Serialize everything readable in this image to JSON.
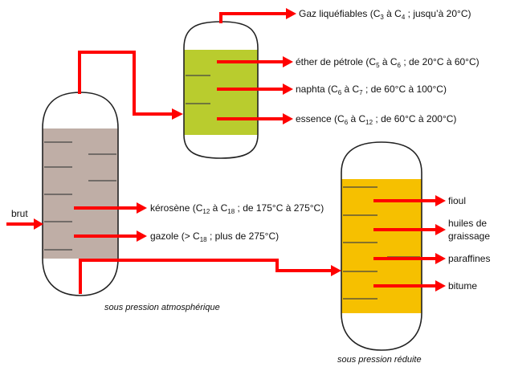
{
  "colors": {
    "pipe": "#ff0000",
    "atmospheric_column": "#bfaea6",
    "light_column": "#b9cc2e",
    "vacuum_column": "#f6c000",
    "outline": "#222222"
  },
  "input": {
    "label": "brut"
  },
  "atmospheric_column": {
    "caption": "sous pression atmosphérique",
    "kerosene": {
      "name": "kérosène (C",
      "sub1": "12",
      "mid": " à C",
      "sub2": "18",
      "tail": " ; de 175°C à 275°C)"
    },
    "gazole": {
      "name": "gazole (> C",
      "sub1": "18",
      "tail": " ; plus de 275°C)"
    }
  },
  "light_column": {
    "gaz": {
      "name": "Gaz liquéfiables (C",
      "sub1": "3",
      "mid": " à C",
      "sub2": "4",
      "tail": " ; jusqu’à 20°C)"
    },
    "ether": {
      "name": "éther de pétrole (C",
      "sub1": "5",
      "mid": " à C",
      "sub2": "6",
      "tail": " ; de 20°C à 60°C)"
    },
    "naphta": {
      "name": "naphta (C",
      "sub1": "6",
      "mid": " à C",
      "sub2": "7",
      "tail": " ; de 60°C à 100°C)"
    },
    "essence": {
      "name": "essence (C",
      "sub1": "6",
      "mid": " à C",
      "sub2": "12",
      "tail": " ; de 60°C à 200°C)"
    }
  },
  "vacuum_column": {
    "caption": "sous pression réduite",
    "fioul": "fioul",
    "huiles_line1": "huiles de",
    "huiles_line2": "graissage",
    "paraffines": "paraffines",
    "bitume": "bitume"
  }
}
